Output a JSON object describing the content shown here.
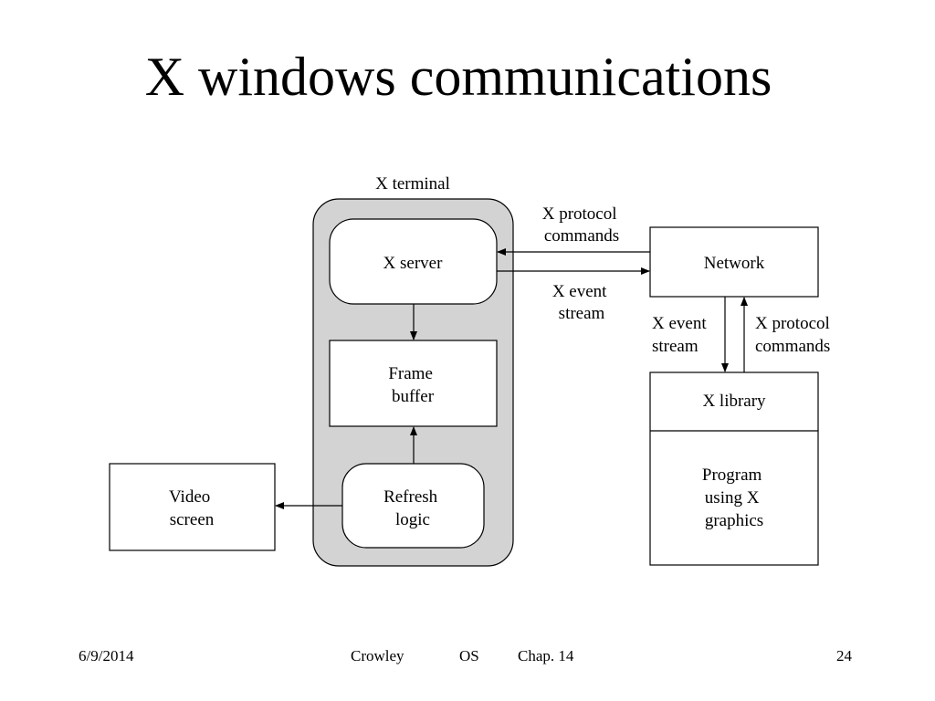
{
  "slide": {
    "title": "X windows communications"
  },
  "diagram": {
    "x_terminal_label": "X terminal",
    "x_server": "X server",
    "frame_buffer": [
      "Frame",
      "buffer"
    ],
    "refresh_logic": [
      "Refresh",
      "logic"
    ],
    "video_screen": [
      "Video",
      "screen"
    ],
    "network": "Network",
    "x_library": "X library",
    "program": [
      "Program",
      "using X",
      "graphics"
    ],
    "top_commands": [
      "X protocol",
      "commands"
    ],
    "top_events": [
      "X event",
      "stream"
    ],
    "right_events": [
      "X event",
      "stream"
    ],
    "right_commands": [
      "X protocol",
      "commands"
    ]
  },
  "footer": {
    "date": "6/9/2014",
    "author": "Crowley",
    "course": "OS",
    "chapter": "Chap. 14",
    "page": "24"
  },
  "colors": {
    "terminal_fill": "#d3d3d3",
    "stroke": "#000000",
    "background": "#ffffff"
  }
}
